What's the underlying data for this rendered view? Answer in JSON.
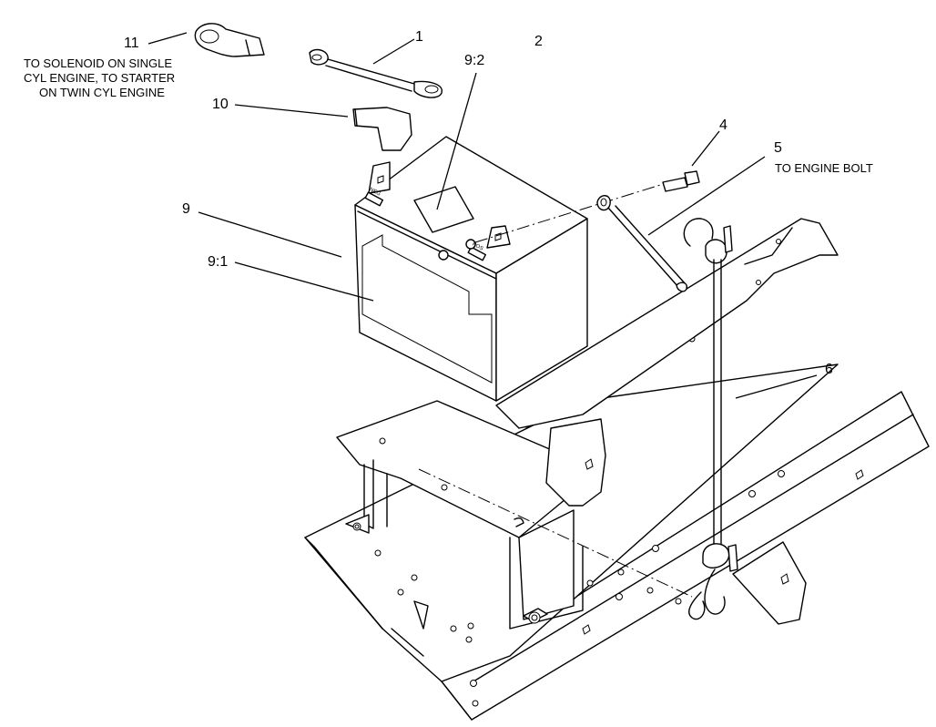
{
  "callouts": {
    "c1": "1",
    "c2": "2",
    "c4": "4",
    "c5": "5",
    "c5_note": "TO ENGINE BOLT",
    "c6": "6",
    "c9": "9",
    "c9_1": "9:1",
    "c9_2": "9:2",
    "c10": "10",
    "c11": "11",
    "c11_note_line1": "TO SOLENOID ON SINGLE",
    "c11_note_line2": "CYL ENGINE, TO STARTER",
    "c11_note_line3": "ON TWIN CYL ENGINE"
  },
  "terminal_marks": {
    "negative": "NEG",
    "positive": "POS"
  }
}
